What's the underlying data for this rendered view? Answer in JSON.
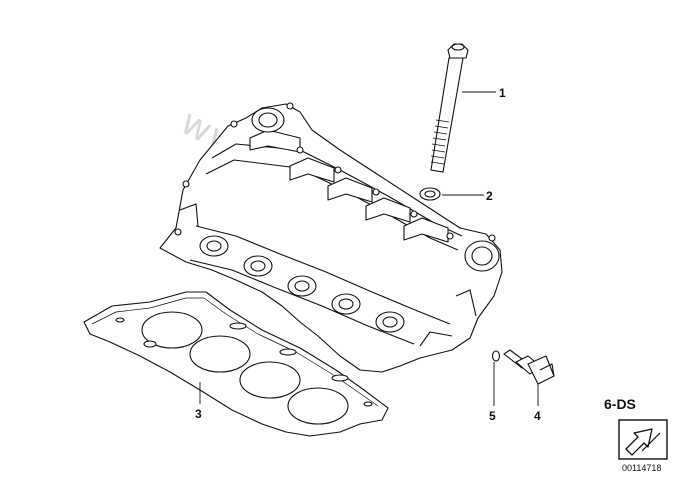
{
  "watermark": "www.BMWstore.pl",
  "callouts": [
    {
      "id": "1",
      "label": "1"
    },
    {
      "id": "2",
      "label": "2"
    },
    {
      "id": "3",
      "label": "3"
    },
    {
      "id": "4",
      "label": "4"
    },
    {
      "id": "5",
      "label": "5"
    }
  ],
  "section_code": "6-DS",
  "document_number": "00114718",
  "nav_icon": "arrow-box-icon"
}
